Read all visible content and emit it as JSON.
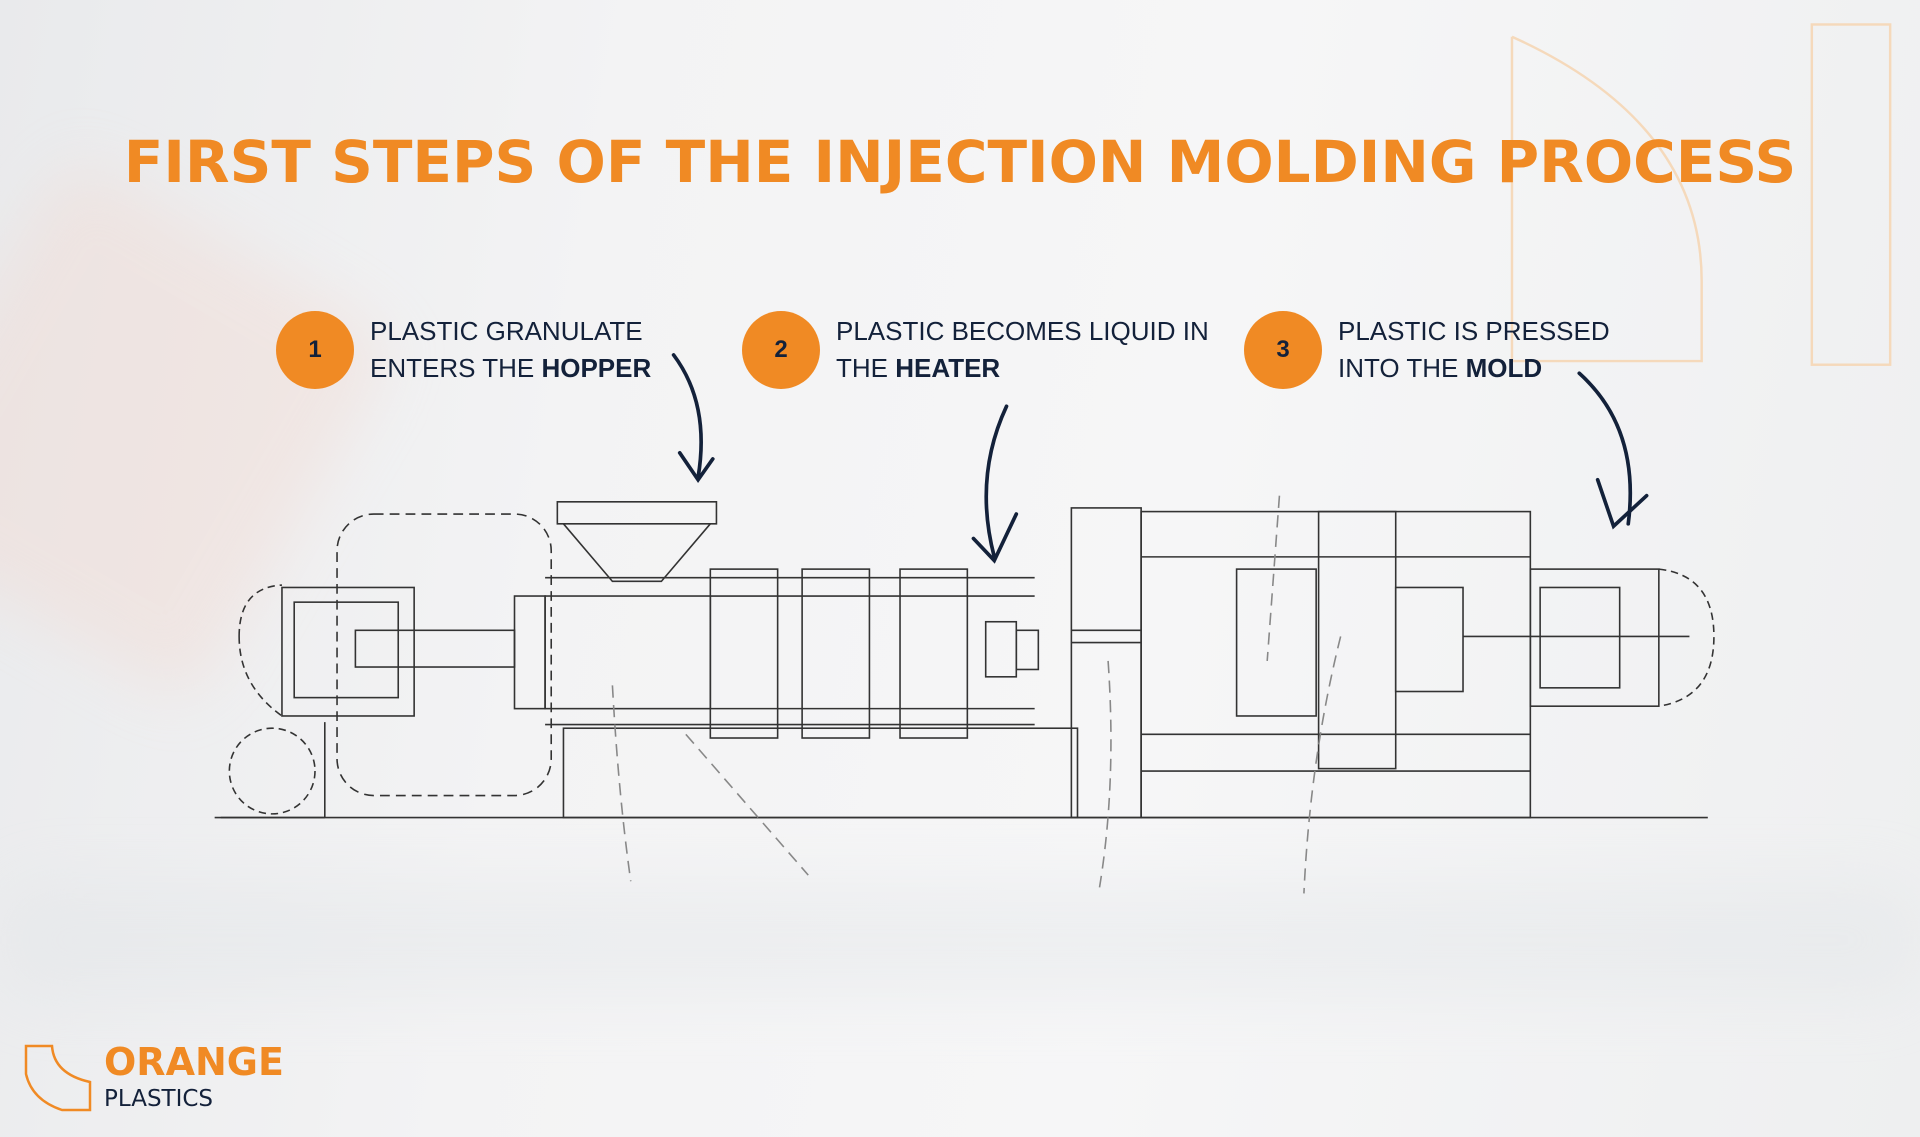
{
  "title": "FIRST STEPS OF THE INJECTION MOLDING PROCESS",
  "steps": [
    {
      "number": "1",
      "line1": "PLASTIC GRANULATE",
      "line2_prefix": "ENTERS THE ",
      "line2_bold": "HOPPER"
    },
    {
      "number": "2",
      "line1": "PLASTIC BECOMES LIQUID IN",
      "line2_prefix": "THE ",
      "line2_bold": "HEATER"
    },
    {
      "number": "3",
      "line1": "PLASTIC IS PRESSED",
      "line2_prefix": "INTO THE ",
      "line2_bold": "MOLD"
    }
  ],
  "logo": {
    "brand": "ORANGE",
    "sub": "PLASTICS"
  },
  "colors": {
    "accent": "#f08a24",
    "ink": "#13213a"
  }
}
